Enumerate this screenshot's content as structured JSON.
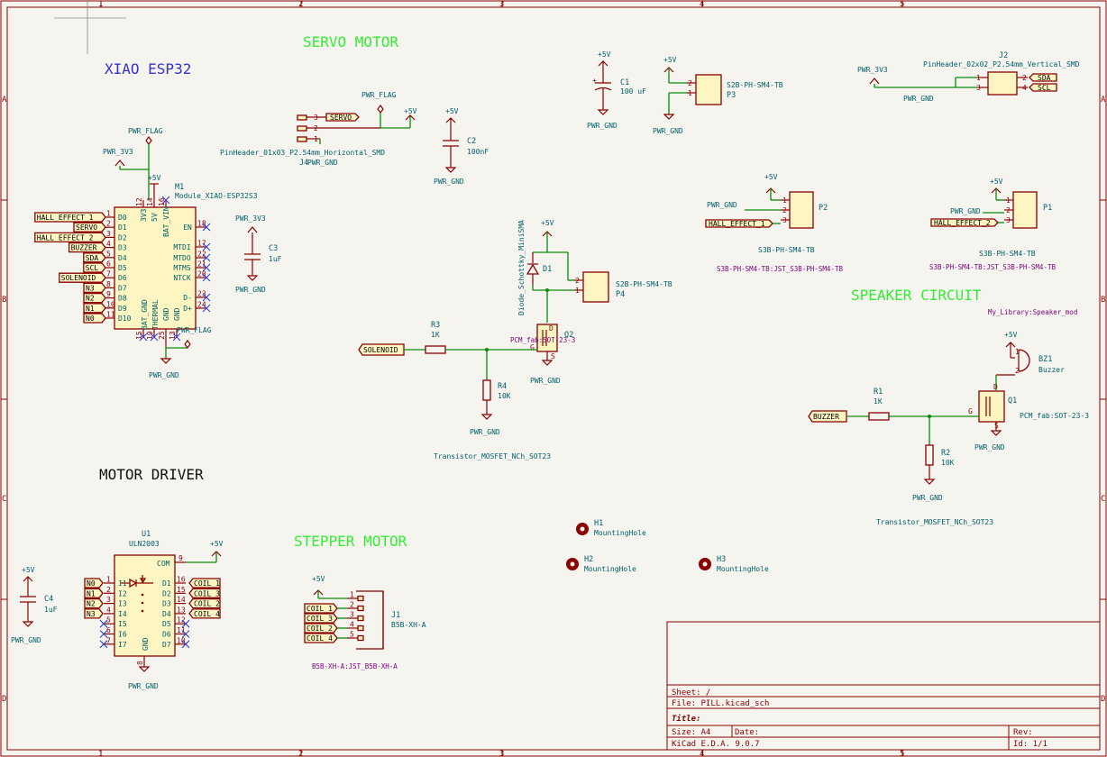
{
  "sheet": {
    "border_marks_top": [
      "1",
      "2",
      "3",
      "4",
      "5"
    ],
    "border_marks_side": [
      "A",
      "B",
      "C",
      "D"
    ],
    "section_titles": {
      "xiao": "XIAO ESP32",
      "servo": "SERVO MOTOR",
      "speaker": "SPEAKER CIRCUIT",
      "motor_driver": "MOTOR DRIVER",
      "stepper": "STEPPER MOTOR"
    },
    "title_block": {
      "sheet": "Sheet: /",
      "file": "File: PILL.kicad_sch",
      "title": "Title:",
      "size": "Size: A4",
      "date": "Date:",
      "rev": "Rev:",
      "tool": "KiCad E.D.A. 9.0.7",
      "id": "Id: 1/1"
    }
  },
  "power": {
    "pwr_flag": "PWR_FLAG",
    "pwr_3v3": "PWR_3V3",
    "pwr_gnd": "PWR_GND",
    "p5v": "+5V"
  },
  "m1": {
    "ref": "M1",
    "value": "Module_XIAO-ESP32S3",
    "left_pins": [
      {
        "num": "1",
        "name": "D0",
        "label": "HALL_EFFECT_1"
      },
      {
        "num": "2",
        "name": "D1",
        "label": "SERVO"
      },
      {
        "num": "3",
        "name": "D2",
        "label": "HALL_EFFECT_2"
      },
      {
        "num": "4",
        "name": "D3",
        "label": "BUZZER"
      },
      {
        "num": "5",
        "name": "D4",
        "label": "SDA"
      },
      {
        "num": "6",
        "name": "D5",
        "label": "SCL"
      },
      {
        "num": "7",
        "name": "D6",
        "label": "SOLENOID"
      },
      {
        "num": "8",
        "name": "D7",
        "label": "N3"
      },
      {
        "num": "9",
        "name": "D8",
        "label": "N2"
      },
      {
        "num": "10",
        "name": "D9",
        "label": "N1"
      },
      {
        "num": "11",
        "name": "D10",
        "label": "N0"
      }
    ],
    "right_pins": [
      {
        "num": "18",
        "name": "EN"
      },
      {
        "num": "17",
        "name": "MTDI"
      },
      {
        "num": "22",
        "name": "MTDO"
      },
      {
        "num": "21",
        "name": "MTMS"
      },
      {
        "num": "20",
        "name": "NTCK"
      },
      {
        "num": "23",
        "name": "D-"
      },
      {
        "num": "24",
        "name": "D+"
      }
    ],
    "top_pins": [
      "3V3",
      "5V",
      "BAT_VIN"
    ],
    "top_nums": [
      "12",
      "14",
      "16"
    ],
    "bottom_pins": [
      "BAT_GND",
      "THERMAL",
      "GND",
      "GND"
    ],
    "bottom_nums": [
      "15",
      "19",
      "25",
      "13"
    ]
  },
  "j4": {
    "ref": "J4",
    "value": "PinHeader_01x03_P2.54mm_Horizontal_SMD",
    "label": "SERVO",
    "pins": [
      "3",
      "2",
      "1"
    ]
  },
  "c1": {
    "ref": "C1",
    "value": "100 uF"
  },
  "c2": {
    "ref": "C2",
    "value": "100nF"
  },
  "c3": {
    "ref": "C3",
    "value": "1uF"
  },
  "c4": {
    "ref": "C4",
    "value": "1uF"
  },
  "p3": {
    "ref": "P3",
    "value": "S2B-PH-SM4-TB",
    "pins": [
      "2",
      "1"
    ]
  },
  "j2": {
    "ref": "J2",
    "value": "PinHeader_02x02_P2.54mm_Vertical_SMD",
    "labels": [
      "SDA",
      "SCL"
    ],
    "pins": [
      "1",
      "3",
      "2",
      "4"
    ]
  },
  "p2": {
    "ref": "P2",
    "value": "S3B-PH-SM4-TB",
    "footprint": "S3B-PH-SM4-TB:JST_S3B-PH-SM4-TB",
    "label": "HALL_EFFECT_1",
    "pins": [
      "1",
      "2",
      "3"
    ]
  },
  "p1": {
    "ref": "P1",
    "value": "S3B-PH-SM4-TB",
    "footprint": "S3B-PH-SM4-TB:JST_S3B-PH-SM4-TB",
    "label": "HALL_EFFECT_2",
    "pins": [
      "1",
      "2",
      "3"
    ]
  },
  "d1": {
    "ref": "D1",
    "value": "Diode_Schottky_MiniSMA"
  },
  "p4": {
    "ref": "P4",
    "value": "S2B-PH-SM4-TB",
    "pins": [
      "2",
      "1"
    ]
  },
  "q2": {
    "ref": "Q2",
    "value": "PCM_fab:SOT-23-3",
    "footprint": "Transistor_MOSFET_NCh_SOT23",
    "pins": [
      "D",
      "G",
      "S"
    ]
  },
  "r3": {
    "ref": "R3",
    "value": "1K",
    "label": "SOLENOID"
  },
  "r4": {
    "ref": "R4",
    "value": "10K"
  },
  "speaker": {
    "lib": "My_Library:Speaker_mod"
  },
  "bz1": {
    "ref": "BZ1",
    "value": "Buzzer",
    "pins": [
      "1",
      "2"
    ]
  },
  "q1": {
    "ref": "Q1",
    "value": "PCM_fab:SOT-23-3",
    "footprint": "Transistor_MOSFET_NCh_SOT23",
    "pins": [
      "D",
      "G",
      "S"
    ]
  },
  "r1": {
    "ref": "R1",
    "value": "1K",
    "label": "BUZZER"
  },
  "r2": {
    "ref": "R2",
    "value": "10K"
  },
  "h1": {
    "ref": "H1",
    "value": "MountingHole"
  },
  "h2": {
    "ref": "H2",
    "value": "MountingHole"
  },
  "h3": {
    "ref": "H3",
    "value": "MountingHole"
  },
  "u1": {
    "ref": "U1",
    "value": "ULN2003",
    "left_names": [
      "I1",
      "I2",
      "I3",
      "I4",
      "I5",
      "I6",
      "I7"
    ],
    "left_nums": [
      "1",
      "2",
      "3",
      "4",
      "5",
      "6",
      "7"
    ],
    "right_names": [
      "D1",
      "D2",
      "D3",
      "D4",
      "D5",
      "D6",
      "D7"
    ],
    "right_nums": [
      "16",
      "15",
      "14",
      "13",
      "12",
      "11",
      "10"
    ],
    "in_labels": [
      "N0",
      "N1",
      "N2",
      "N3"
    ],
    "out_labels": [
      "COIL_1",
      "COIL_3",
      "COIL_2",
      "COIL_4"
    ],
    "com": "COM",
    "com_num": "9",
    "gnd": "GND",
    "gnd_num": "8"
  },
  "j1": {
    "ref": "J1",
    "value": "B5B-XH-A",
    "footprint": "B5B-XH-A:JST_B5B-XH-A",
    "labels": [
      "COIL_1",
      "COIL_3",
      "COIL_2",
      "COIL_4"
    ],
    "pins": [
      "1",
      "2",
      "3",
      "4",
      "5"
    ]
  }
}
